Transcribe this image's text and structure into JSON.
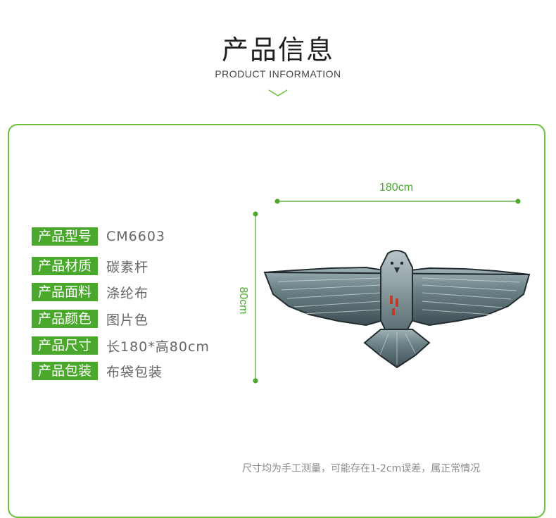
{
  "header": {
    "title": "产品信息",
    "subtitle": "PRODUCT INFORMATION"
  },
  "specs": [
    {
      "label": "产品型号",
      "value": "CM6603"
    },
    {
      "label": "产品材质",
      "value": "碳素杆"
    },
    {
      "label": "产品面料",
      "value": "涤纶布"
    },
    {
      "label": "产品颜色",
      "value": "图片色"
    },
    {
      "label": "产品尺寸",
      "value": "长180*高80cm"
    },
    {
      "label": "产品包装",
      "value": "布袋包装"
    }
  ],
  "dimensions": {
    "width": "180cm",
    "height": "80cm"
  },
  "note": "尺寸均为手工测量，可能存在1-2cm误差，属正常情况",
  "colors": {
    "accent": "#4aa82c",
    "border": "#6cbf3b",
    "kite_body": "#5d7278",
    "kite_dark": "#2f3b40"
  },
  "icons": {
    "header_divider": "chevron-down-icon",
    "product_image": "eagle-kite"
  }
}
